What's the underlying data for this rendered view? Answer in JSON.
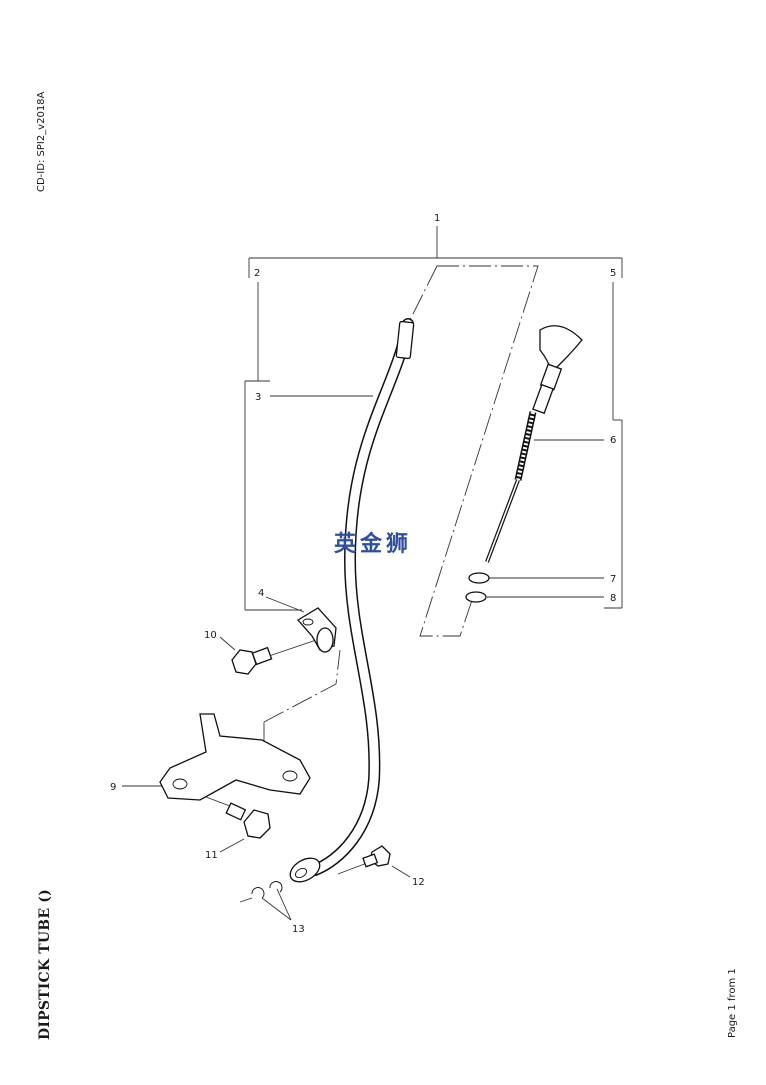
{
  "header": {
    "cd_id": "CD-ID: SPI2_v2018A"
  },
  "footer": {
    "title": "DIPSTICK TUBE ()",
    "page": "Page 1 from 1"
  },
  "watermark": "英金狮",
  "callouts": [
    "1",
    "2",
    "3",
    "4",
    "5",
    "6",
    "7",
    "8",
    "9",
    "10",
    "11",
    "12",
    "13"
  ]
}
